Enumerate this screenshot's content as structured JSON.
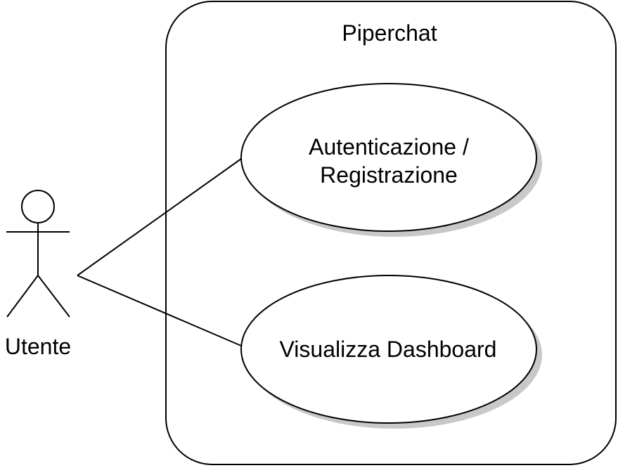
{
  "system": {
    "title": "Piperchat"
  },
  "actor": {
    "label": "Utente"
  },
  "use_cases": [
    {
      "line1": "Autenticazione /",
      "line2": "Registrazione"
    },
    {
      "line1": "Visualizza Dashboard"
    }
  ],
  "colors": {
    "stroke": "#000000",
    "fill": "#ffffff",
    "shadow": "#c8c8c8"
  }
}
